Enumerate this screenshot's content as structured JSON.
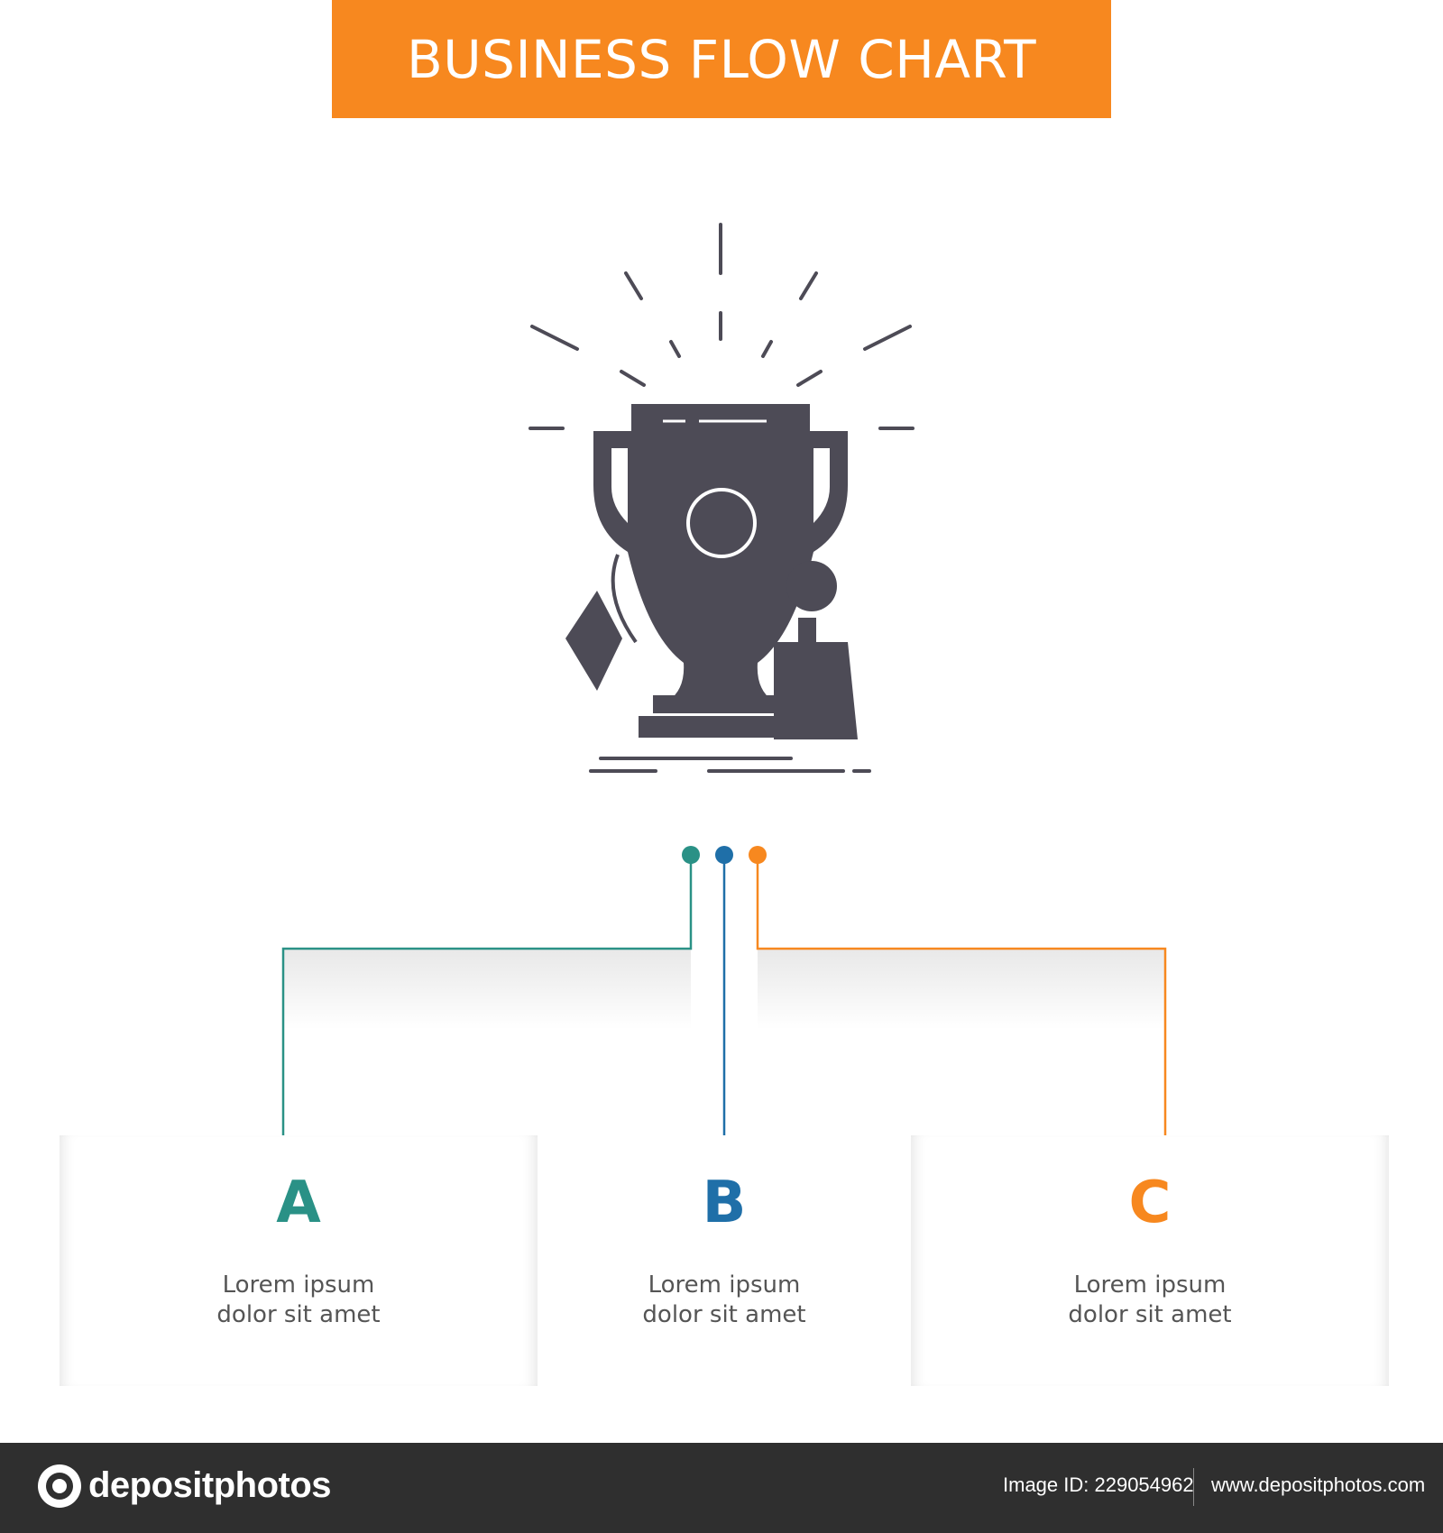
{
  "title": "BUSINESS FLOW CHART",
  "colors": {
    "banner": "#f7881f",
    "icon": "#4d4b56",
    "branch_a": "#2a9186",
    "branch_b": "#1f6fa8",
    "branch_c": "#f7881f"
  },
  "icon": "trophy-award-icon",
  "cards": [
    {
      "letter": "A",
      "line1": "Lorem ipsum",
      "line2": "dolor sit amet"
    },
    {
      "letter": "B",
      "line1": "Lorem ipsum",
      "line2": "dolor sit amet"
    },
    {
      "letter": "C",
      "line1": "Lorem ipsum",
      "line2": "dolor sit amet"
    }
  ],
  "footer": {
    "brand": "depositphotos",
    "image_id": "Image ID: 229054962",
    "url": "www.depositphotos.com"
  }
}
